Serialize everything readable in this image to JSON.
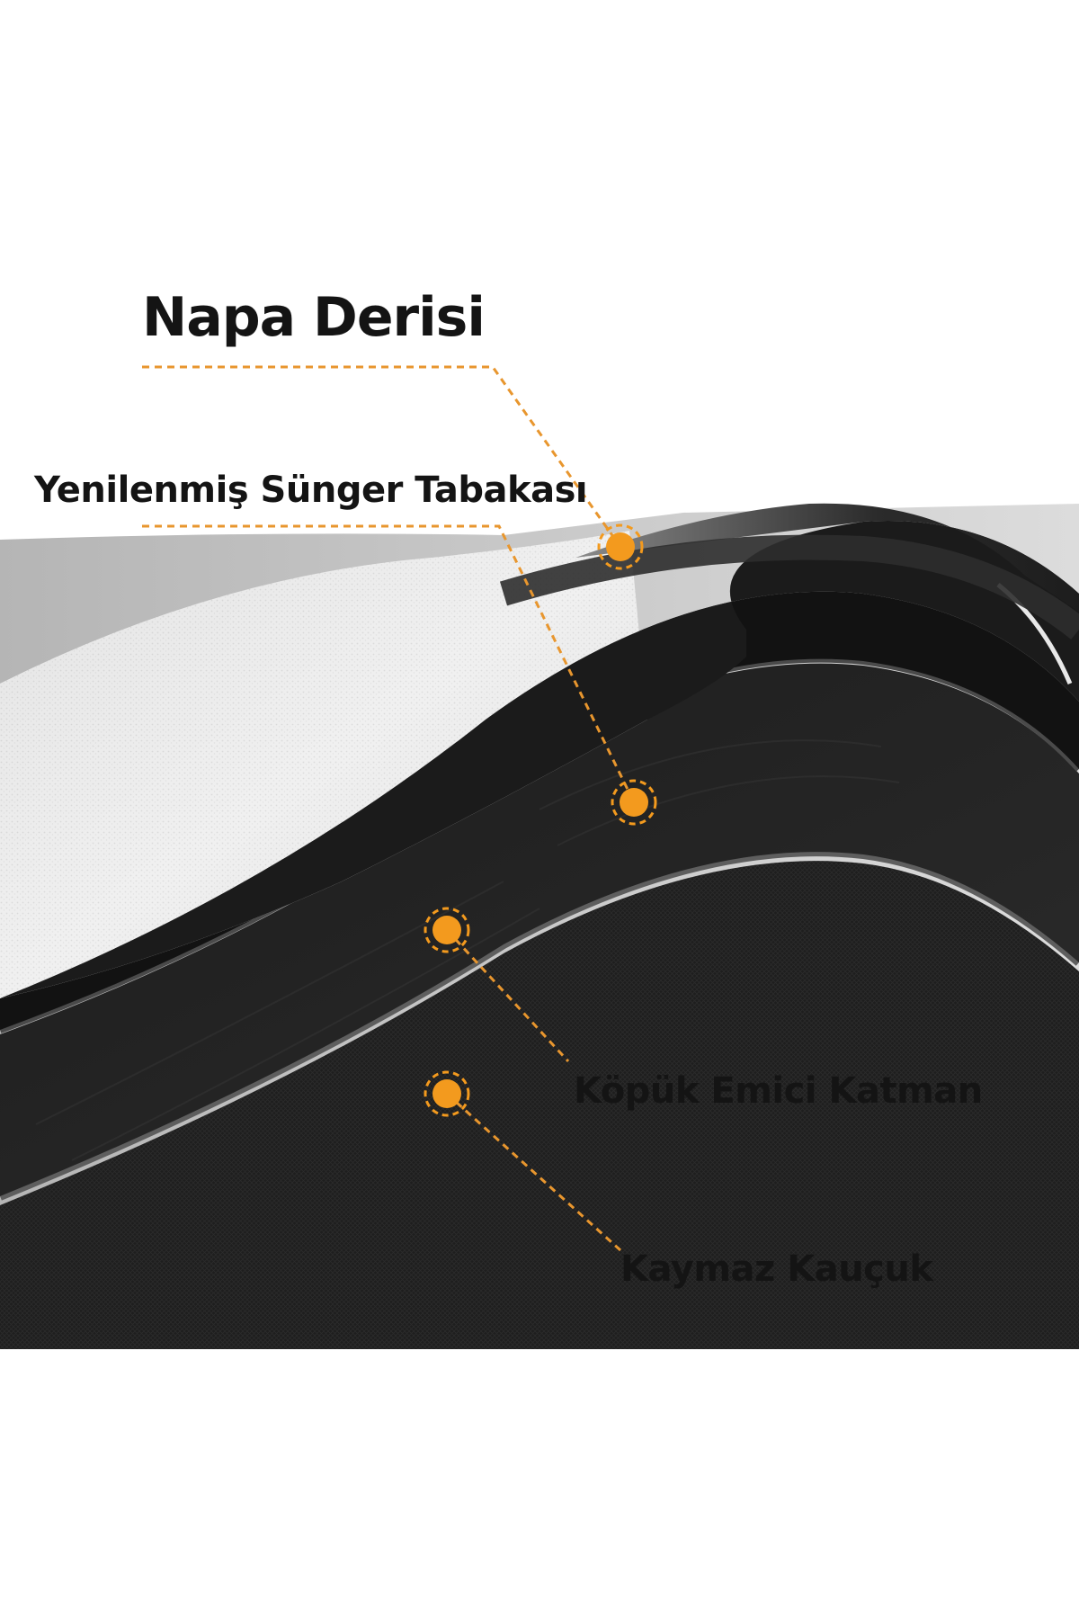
{
  "labels": {
    "napa_derisi": "Napa Derisi",
    "sunger_tabakasi": "Yenilenmiş Sünger Tabakası",
    "kopuk_emici": "Köpük Emici Katman",
    "kaymaz_kaucuk": "Kaymaz Kauçuk"
  },
  "colors": {
    "accent_orange": "#F39A1E",
    "leader_line": "#E8962E",
    "leather_top": "#ECECEC",
    "foam_dark": "#1A1A1A",
    "rubber_dark": "#2A2A2A",
    "edge_grey": "#6E6E6E"
  }
}
